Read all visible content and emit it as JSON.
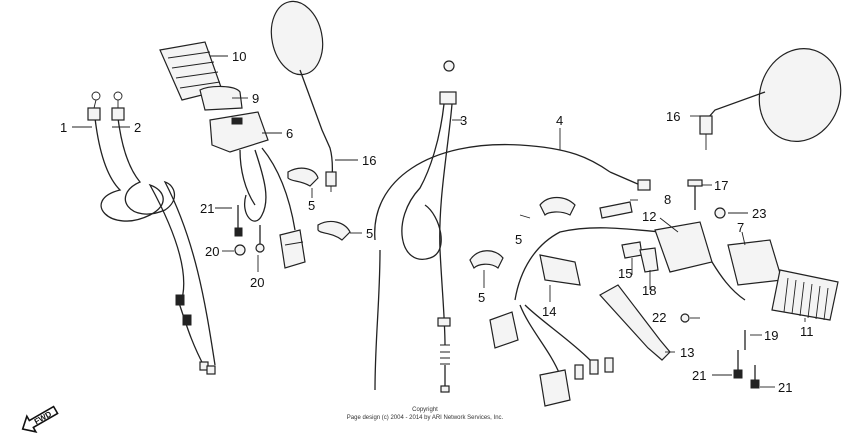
{
  "diagram": {
    "fwd_label": "FWD",
    "copyright_line1": "Copyright",
    "copyright_line2": "Page design (c) 2004 - 2014 by ARI Network Services, Inc.",
    "callouts": [
      "1",
      "2",
      "3",
      "4",
      "5",
      "5",
      "5",
      "5",
      "6",
      "7",
      "8",
      "9",
      "10",
      "11",
      "12",
      "13",
      "14",
      "15",
      "16",
      "16",
      "17",
      "18",
      "19",
      "20",
      "20",
      "21",
      "21",
      "21",
      "22",
      "23"
    ]
  }
}
